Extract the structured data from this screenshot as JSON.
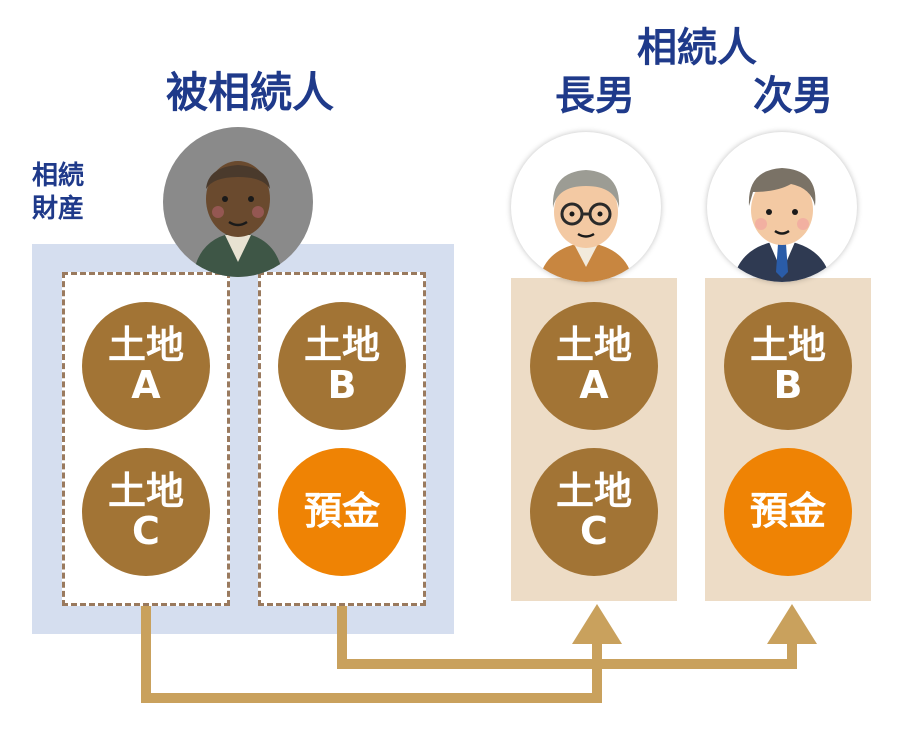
{
  "labels": {
    "decedent": "被相続人",
    "heirs": "相続人",
    "eldest_son": "長男",
    "second_son": "次男",
    "estate_line1": "相続",
    "estate_line2": "財産"
  },
  "assets": {
    "land_a": {
      "line1": "土地",
      "line2": "A"
    },
    "land_b": {
      "line1": "土地",
      "line2": "B"
    },
    "land_c": {
      "line1": "土地",
      "line2": "C"
    },
    "deposit": {
      "line1": "預金"
    }
  },
  "colors": {
    "title": "#1f3a8a",
    "estate_panel": "#d5deef",
    "heir_panel": "#eddcc6",
    "land": "#a27435",
    "deposit": "#ef8304",
    "arrow": "#c9a15d"
  },
  "icons": [
    "grandfather-avatar-icon",
    "eldest-son-avatar-icon",
    "second-son-avatar-icon"
  ]
}
